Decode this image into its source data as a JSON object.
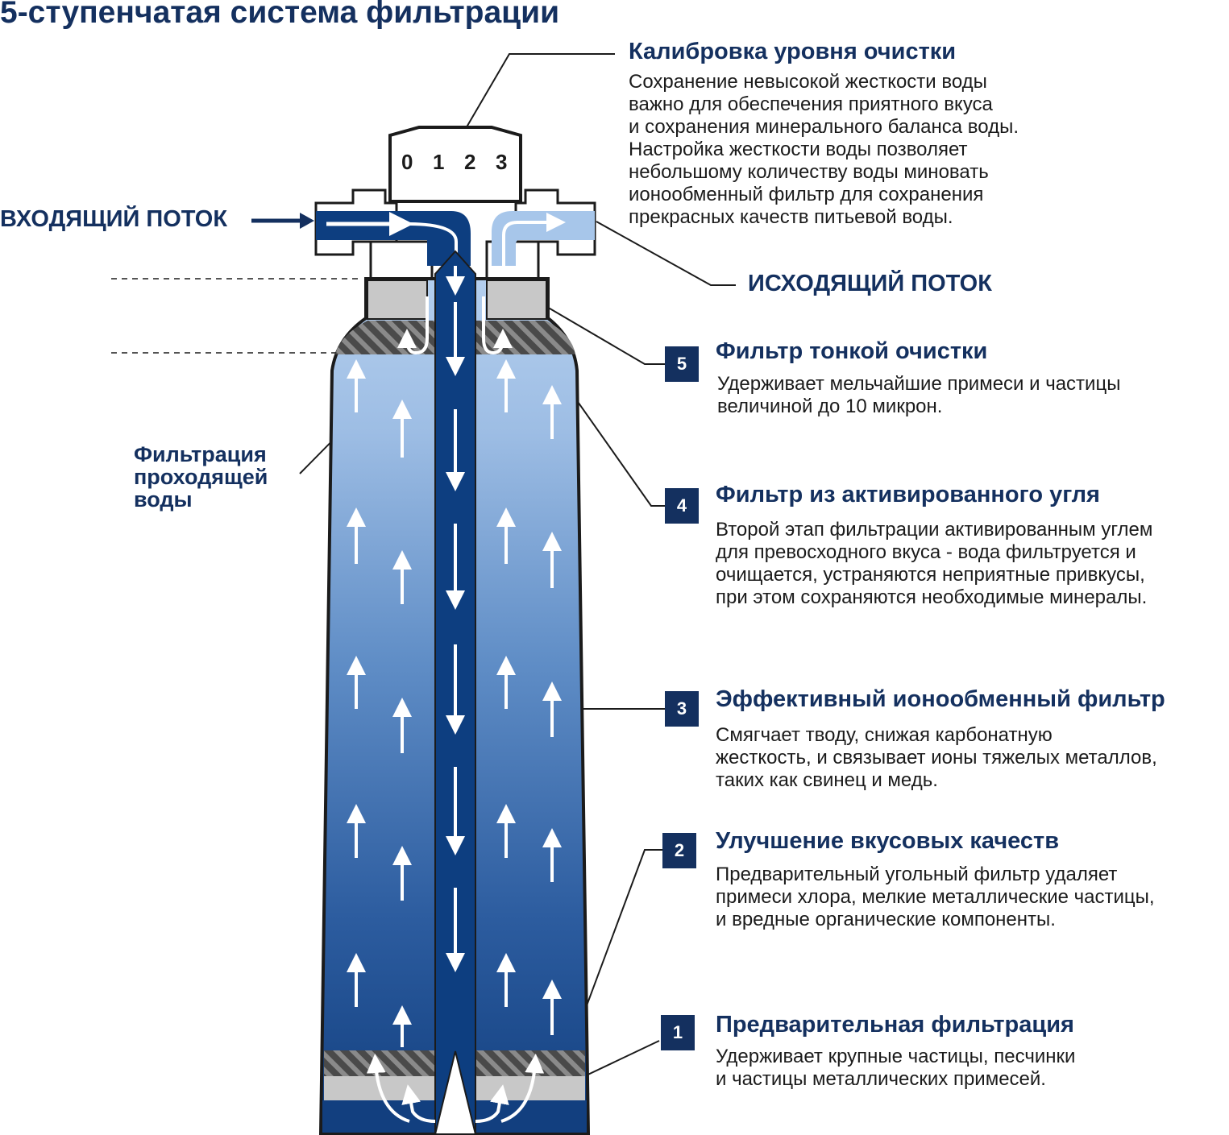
{
  "title": "5-ступенчатая система фильтрации",
  "inflow_label": "ВХОДЯЩИЙ ПОТОК",
  "outflow_label": "ИСХОДЯЩИЙ ПОТОК",
  "side_label": [
    "Фильтрация",
    "проходящей",
    "воды"
  ],
  "dial_numbers": [
    "0",
    "1",
    "2",
    "3"
  ],
  "calibration": {
    "heading": "Калибровка уровня очистки",
    "text": [
      "Сохранение невысокой жесткости воды",
      "важно для обеспечения приятного вкуса",
      "и сохранения минерального баланса воды.",
      "Настройка жесткости воды позволяет",
      "небольшому количеству воды миновать",
      "ионообменный фильтр для сохранения",
      "прекрасных качеств питьевой воды."
    ]
  },
  "stages": [
    {
      "number": "5",
      "heading": "Фильтр тонкой очистки",
      "text": [
        "Удерживает мельчайшие примеси и частицы",
        "величиной до 10 микрон."
      ]
    },
    {
      "number": "4",
      "heading": "Фильтр из активированного угля",
      "text": [
        "Второй этап фильтрации активированным углем",
        "для превосходного вкуса - вода фильтруется и",
        "очищается, устраняются неприятные привкусы,",
        "при этом сохраняются необходимые минералы."
      ]
    },
    {
      "number": "3",
      "heading": "Эффективный ионообменный фильтр",
      "text": [
        "Смягчает тводу, снижая карбонатную",
        "жесткость, и связывает ионы тяжелых металлов,",
        "таких как свинец и медь."
      ]
    },
    {
      "number": "2",
      "heading": "Улучшение вкусовых качеств",
      "text": [
        "Предварительный угольный фильтр удаляет",
        "примеси хлора, мелкие металлические частицы,",
        "и вредные органические компоненты."
      ]
    },
    {
      "number": "1",
      "heading": "Предварительная фильтрация",
      "text": [
        "Удерживает крупные частицы, песчинки",
        "и частицы металлических примесей."
      ]
    }
  ],
  "colors": {
    "navy": "#14305f",
    "tube": "#0d3e80",
    "light_blue": "#a7c6ea",
    "gray": "#c8c8c8",
    "carbon": "#555555"
  }
}
